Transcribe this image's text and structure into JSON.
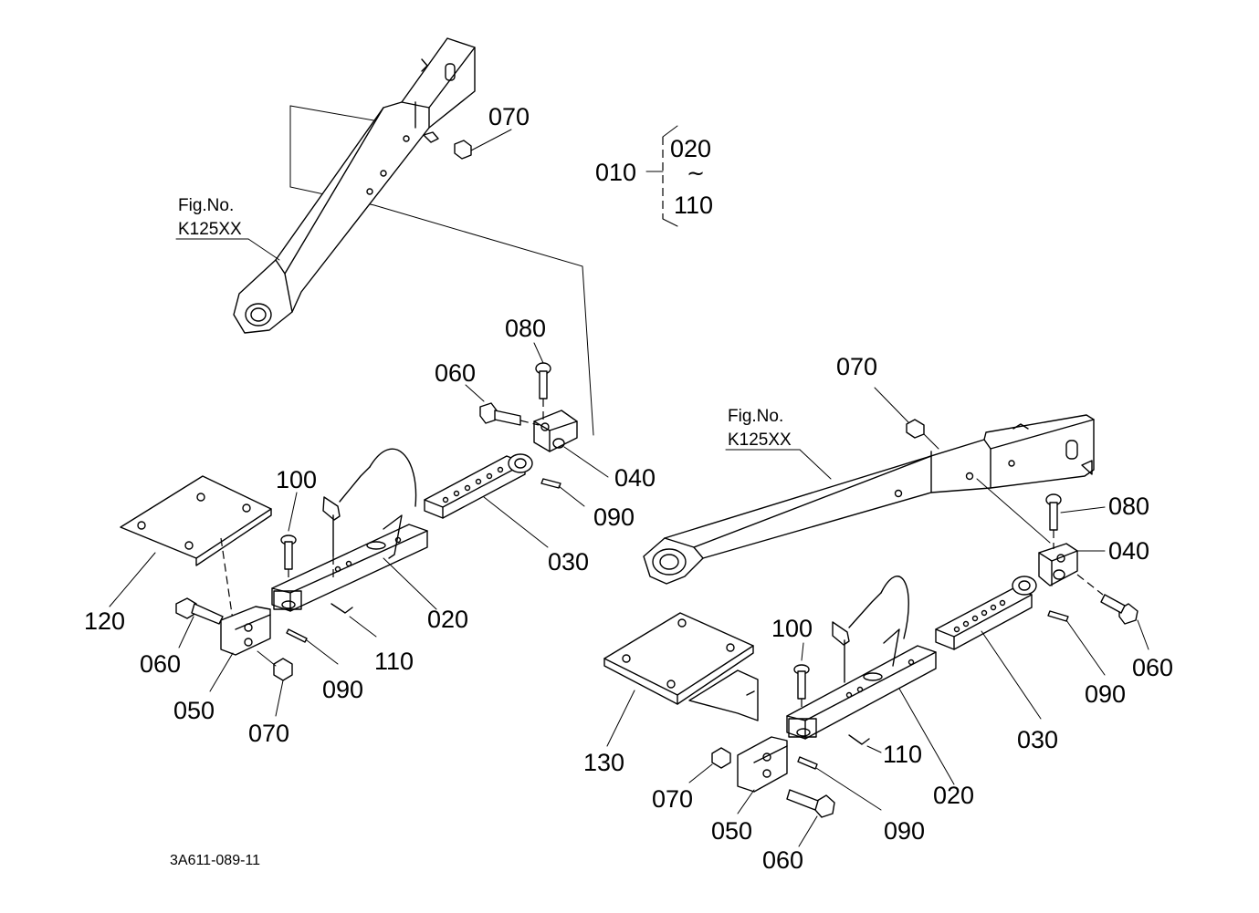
{
  "diagram": {
    "drawing_code": "3A611-089-11",
    "figure_references": [
      {
        "fig_label": "Fig.No.",
        "fig_number": "K125XX"
      },
      {
        "fig_label": "Fig.No.",
        "fig_number": "K125XX"
      }
    ],
    "assembly_legend": {
      "parent": "010",
      "first": "020",
      "range_symbol": "~",
      "last": "110"
    },
    "callouts_left": [
      "070",
      "080",
      "060",
      "040",
      "090",
      "030",
      "100",
      "020",
      "110",
      "120",
      "060",
      "050",
      "090",
      "070"
    ],
    "callouts_right": [
      "070",
      "080",
      "040",
      "060",
      "090",
      "030",
      "100",
      "020",
      "110",
      "130",
      "070",
      "050",
      "090",
      "060"
    ]
  }
}
